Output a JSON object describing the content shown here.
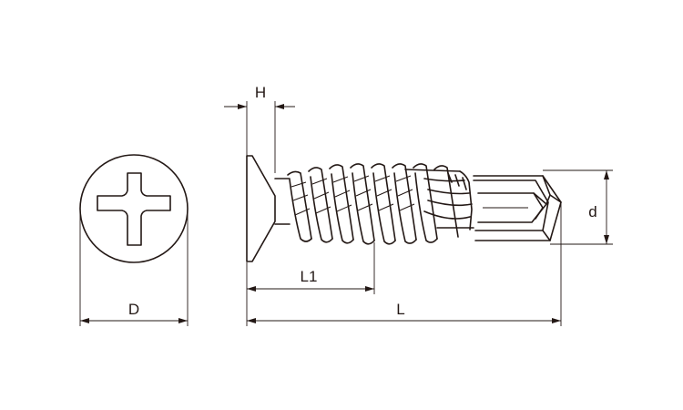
{
  "labels": {
    "head_height": "H",
    "head_diameter": "D",
    "thread_length": "L1",
    "total_length": "L",
    "drill_diameter": "d"
  },
  "colors": {
    "line": "#231815",
    "background": "#ffffff"
  }
}
